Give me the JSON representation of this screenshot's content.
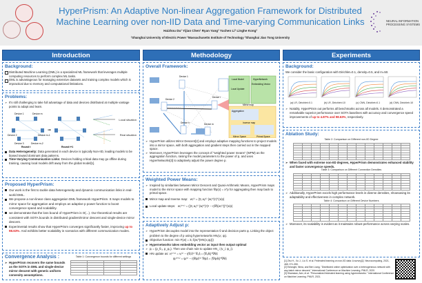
{
  "header": {
    "title_line1": "HyperPrism: An Adaptive Non-linear Aggregation Framework for Distributed",
    "title_line2": "Machine Learning over non-IID Data and Time-varying Communication Links",
    "authors": "Haizhou Du¹   Yijian Chen¹   Ryan Yang²   Yuchen Li³   Linghe Kong³",
    "affiliations": "¹Shanghai University of Electric Power   ²Massachusetts Institute of Technology   ³Shanghai Jiao Tong University",
    "logo_text": "NEURAL INFORMATION PROCESSING SYSTEMS"
  },
  "intro": {
    "heading": "Introduction",
    "background": {
      "title": "Background:",
      "items": [
        "Distributed Machine Learning (DML) is a specialized ML framework that leverages multiple computing resources to perform complex ML tasks.",
        "DML is advantageous for managing extensive datasets and training complex models which is impractical due to memory and computational limitations."
      ]
    },
    "problems": {
      "title": "Problems:",
      "lead": "It's still challenging to take full advantage of data and devices distributed at multiple vantage points to adapt and learn.",
      "fig_labels": [
        "Device 1",
        "Device m",
        "Device 2",
        "Device m-1",
        "Device 3",
        "Device m-2",
        "Round t",
        "Round t+1",
        "Local situation",
        "Real situation"
      ],
      "items": [
        {
          "k": "Data Heterogeneity:",
          "v": " Data generated in each device is typically Non-IID, leading models to be biased toward dominant data patterns."
        },
        {
          "k": "Time-Varying Communication Links:",
          "v": " Devices holding critical data may go offline during training, causing local models drift away from the global model[1]."
        }
      ]
    },
    "proposed": {
      "title": "Proposed HyperPrism:",
      "items": [
        "Our work is the first to tackle data heterogeneity and dynamic communication links in real-world DML.",
        "We propose a non-linear class aggregation DML framework HyperPrism. It maps models to mirror space for aggregation and employs an adaptive p power function to boost convergence speed and scalability.",
        "we demonstrate that the loss bound of HyperPrism is O(...). Our theoretical results are consistent with SOTA bounds in distributed gradient/mirror descent and single-device mirror descent.",
        "Experimental results show that HyperPrism converges significantly faster, improving up to 98.63%. And exhibits better scalability in scenarios with different communication modes."
      ],
      "highlight": "up to 98.63%"
    },
    "convergence": {
      "title": "Convergence Analysis :",
      "text": "HyperPrism recovers the same bounds as the SOTA in DML and single-device mirror descent with generic uniform convexity assumptions.",
      "table_caption": "Table 1: Convergence bounds for different settings"
    }
  },
  "method": {
    "heading": "Methodology",
    "framework": {
      "title": "Overall Framework:",
      "fig_labels": [
        "Device 1",
        "Device 2",
        "Device i",
        "Device n",
        "Device m",
        "Local Model",
        "HyperNetwork",
        "Local Update",
        "Embedding Vector",
        "Mirror map",
        "Aggregation",
        "Inverse map",
        "Mirror Space",
        "Primal Space"
      ],
      "items": [
        "HyperPrism utilizes Mirror Descent[2] and employs adaptive mapping functions to project models into a mirror space, with both aggregation and gradient steps then carried out in the mapped space.",
        "Moreover, HyperPrism leverages the concept of \"weighted power means\" (WPM) as the aggregation function, raising the model parameters to the power of p, and uses HyperNetworks[3] to adaptively adjust the power degree p."
      ]
    },
    "wpm": {
      "title": "Weighted Power Means:",
      "lead": "Inspired by similarities between Mirror Descent and Quasi-Arithmetic Means, HyperPrism maps model to the mirror space with mapping function ∇φ(x) = x^p for aggregating then map back to primal space.",
      "items": [
        {
          "k": "Mirror map and Inverse map:",
          "f": "wᵢ⁽ᵗ⁾ = (Σⱼ aᵢⱼ⁽ᵗ⁾ (wⱼ⁽ᵗ⁾)ᵖ)^(1/p)"
        },
        {
          "k": "Local update steps:",
          "f": "wᵢ⁽ᵗ⁺¹⁾ = ((Σⱼ aᵢⱼ⁽ᵗ⁾ (wⱼ⁽ᵗ⁾)ᵖ)ᵖ − η∇fᵢ(wᵢ⁽ᵗ⁾))^(1/p)"
        }
      ]
    },
    "adjust": {
      "title": "Adaptively Adjust p:",
      "items": [
        "HyperPrism decouples model into the representation θ and decision parts φ. Linking the object problem to the degree of p using hypernetworks HNᵢ(vᵢ; ψᵢ).",
        "Objective function: min F(w) = Σᵢ fᵢ(wᵢ^(HN(vᵢ;ψᵢ)))",
        "Hypernetworks takes embedding vector as input then output optimal",
        "pᵢ = (p_θ,ᵢ, p_φ,ᵢ). Then use chain rule to update HN_i (v_i; ψ_i).",
        "HN update as:   vᵢ⁽ᵗ⁺¹⁾ = vᵢ⁽ᵗ⁾ − η∇ᵥfᵢ⁽ᵗ⁾    ∇ᵥᵢfᵢ = (∇ᵥᵢθᵢ)ᵀ∇θᵢfᵢ",
        "ψᵢ⁽ᵗ⁺¹⁾ = ψᵢ⁽ᵗ⁾ − η∇ψᵢfᵢ⁽ᵗ⁾    ∇ψᵢfᵢ = (∇ψᵢθᵢ)ᵀ∇θᵢfᵢ"
      ]
    }
  },
  "exp": {
    "heading": "Experiments",
    "background": {
      "title": "Background:",
      "lead": "We consider the basic configuration with Dirichlet=0.1, density=0.5, and m=50.",
      "chart_captions": [
        "(a) LR, Dirichlet=0.1",
        "(b) LR, Dirichlet=10",
        "(c) CNN, Dirichlet=0.1",
        "(d) CNN, Dirichlet=10"
      ],
      "note_pre": "Notably, HyperPrism out performs all benchmarks across all models. It demonstrated a remarkable superior performance over SOTA baselines with accuracy and convergence speed improvements of ",
      "note_hl": "up to 4.87% and 98.63%",
      "note_post": ", respectively."
    },
    "ablation": {
      "title": "Ablation Study:",
      "table2": "Table 2: Comparison on Different non-IID Degree",
      "b1": "When faced with extreme non-IID degrees, HyperPrism demonstrates enhanced stability and faster convergence speeds.",
      "table3": "Table 3: Comparison on Different Connection Densities",
      "b2": "Additionally, HyperPrism excels high performance levels in diverse densities, showcasing its adaptability and effectiveness in complex network.",
      "table4": "Table 4: Comparison on Different Device Numbers",
      "b3": "Moreover, its scalability is evident as it maintains robust performance across varying scales."
    }
  },
  "references": [
    "[1] Zhu H., Xu J., Liu S. et al. Federated learning on non-IID data: A survey[J]. Neurocomputing, 2021, 465: 371-390.",
    "[2] Eshraghi, Nima, and Ben Liang. \"Distributed online optimization over a heterogeneous network with any-batch mirror descent.\" International Conference on Machine Learning. PMLR, 2020.",
    "[3] Shamsian, Aviv, et al. \"Personalized federated learning using hypernetworks.\" International Conference on Machine Learning. PMLR, 2021."
  ],
  "colors": {
    "accent": "#2e6fb7",
    "highlight": "#e02020"
  }
}
